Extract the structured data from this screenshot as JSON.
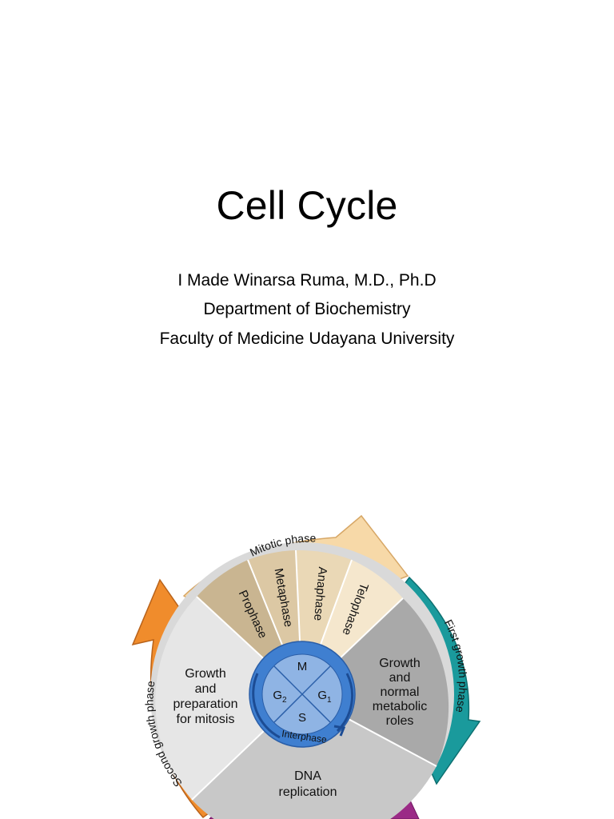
{
  "slide": {
    "title": "Cell Cycle",
    "author": "I Made Winarsa Ruma, M.D., Ph.D",
    "department": "Department of Biochemistry",
    "institution": "Faculty of Medicine Udayana University"
  },
  "diagram": {
    "mitotic_arc_label": "Mitotic phase",
    "first_growth_label": "First growth phase",
    "second_growth_label": "Second growth phase",
    "mitosis_stages": [
      "Prophase",
      "Metaphase",
      "Anaphase",
      "Telophase"
    ],
    "g2_sector": [
      "Growth",
      "and",
      "preparation",
      "for mitosis"
    ],
    "g1_sector": [
      "Growth",
      "and",
      "normal",
      "metabolic",
      "roles"
    ],
    "s_sector": [
      "DNA",
      "replication"
    ],
    "hub": {
      "m": "M",
      "g2": "G",
      "g2_sub": "2",
      "g1": "G",
      "g1_sub": "1",
      "s": "S",
      "interphase": "Interphase"
    },
    "colors": {
      "mitotic_arrow": "#f7d9a8",
      "first_growth_arrow": "#1a9a9c",
      "second_growth_arrow": "#f08c2c",
      "s_arrow": "#9b2a86",
      "hub_blue": "#3f7fd0"
    }
  }
}
